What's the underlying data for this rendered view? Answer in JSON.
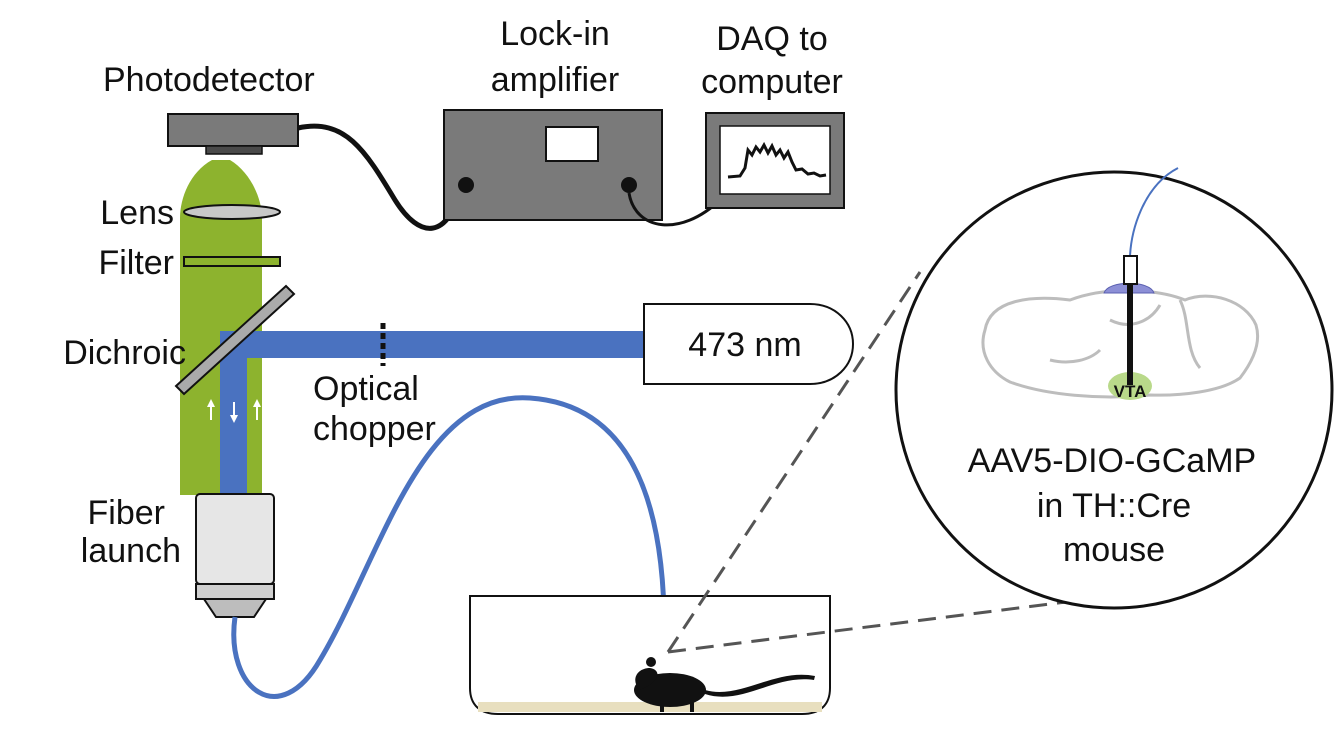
{
  "labels": {
    "photodetector": "Photodetector",
    "lockin_line1": "Lock-in",
    "lockin_line2": "amplifier",
    "daq_line1": "DAQ to",
    "daq_line2": "computer",
    "lens": "Lens",
    "filter": "Filter",
    "dichroic": "Dichroic",
    "laser": "473 nm",
    "chopper_line1": "Optical",
    "chopper_line2": "chopper",
    "fiber_line1": "Fiber",
    "fiber_line2": "launch",
    "vta": "VTA",
    "virus_line1": "AAV5-DIO-GCaMP",
    "virus_line2": "in TH::Cre",
    "virus_line3": "mouse"
  },
  "colors": {
    "emission_green": "#8db32e",
    "excitation_blue": "#4a72c0",
    "device_gray": "#7a7a7a",
    "dark": "#111111",
    "vta_green": "#b9d98a",
    "implant_purple": "#8c8fd6"
  }
}
